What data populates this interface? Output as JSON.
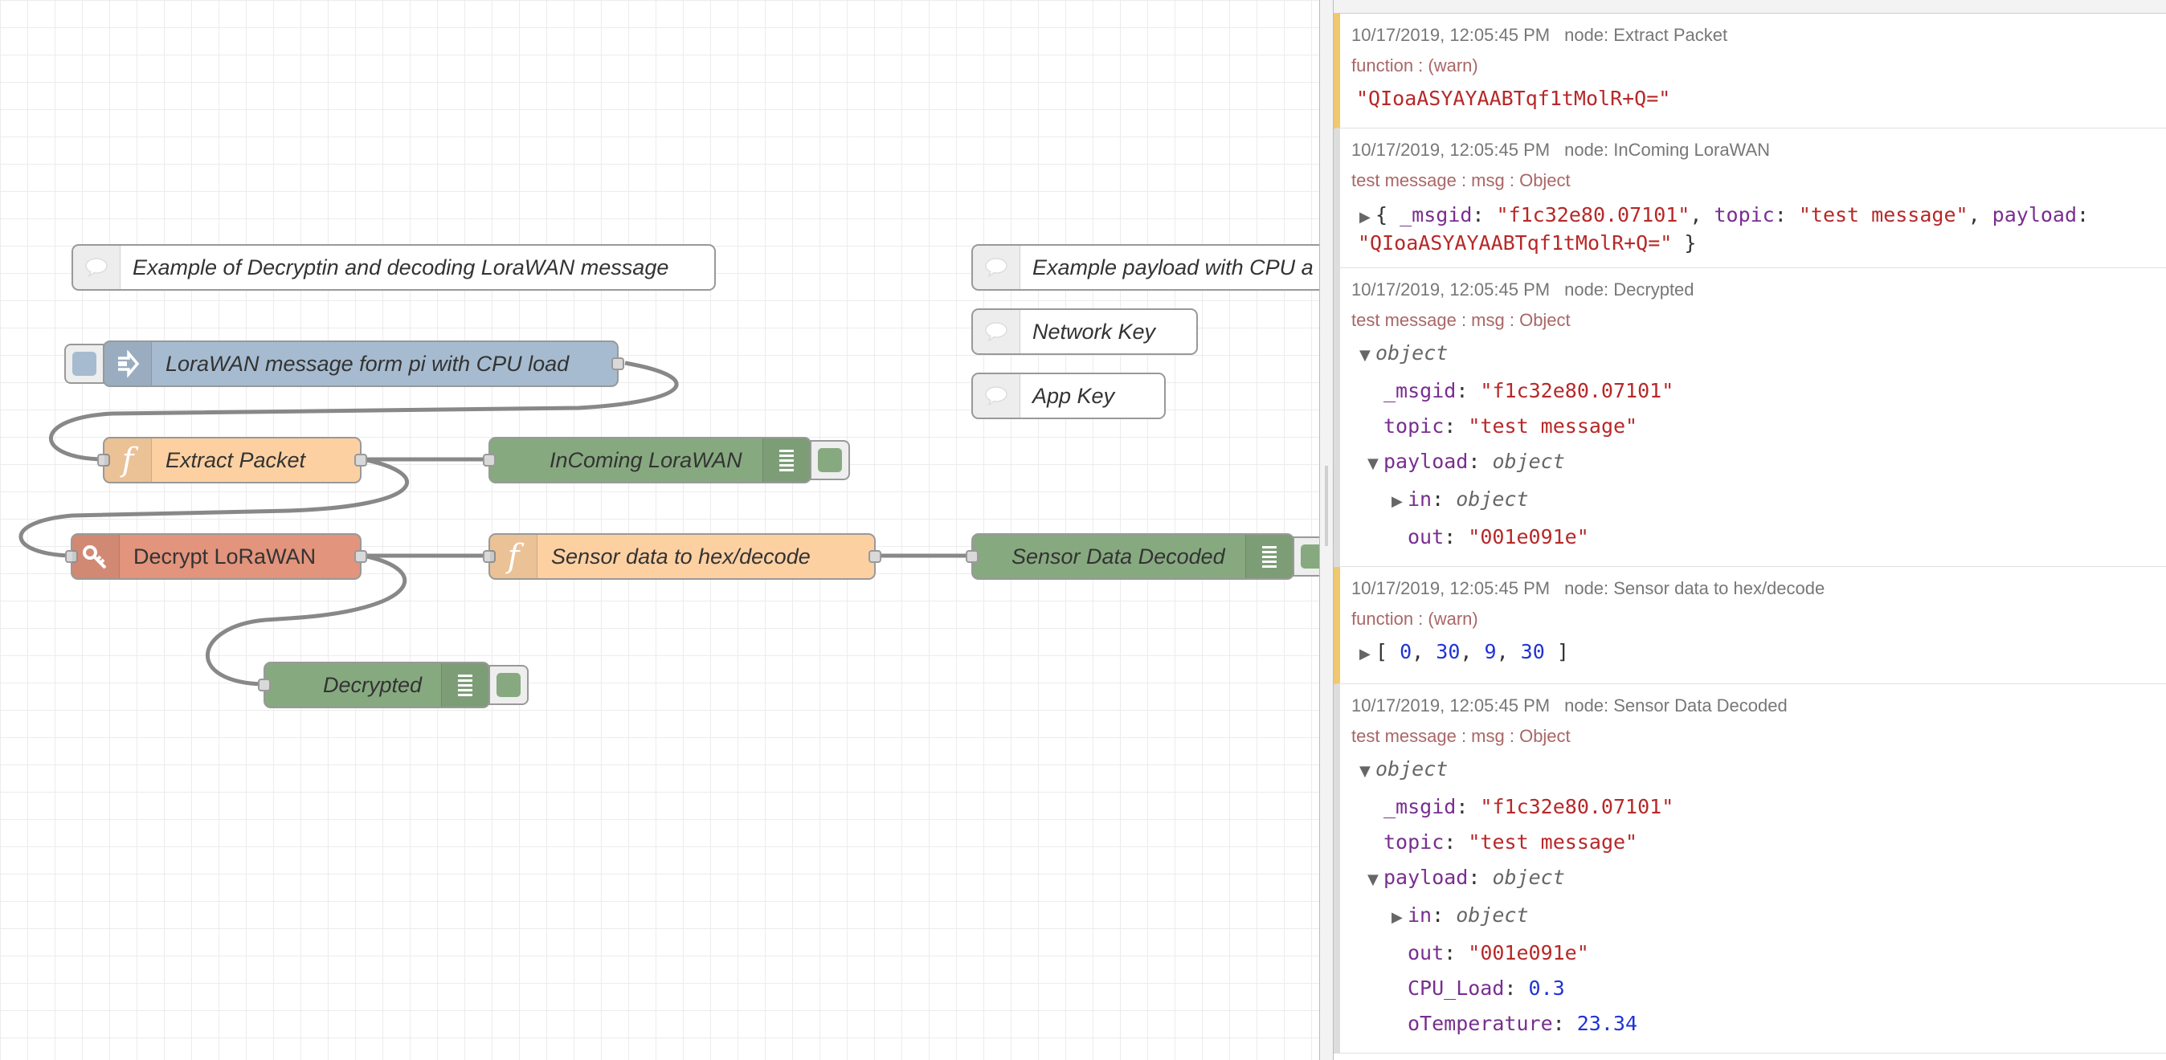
{
  "workspace": {
    "comments": {
      "main": "Example of Decryptin and decoding LoraWAN message",
      "payload_example": "Example payload with CPU a",
      "network_key": "Network Key",
      "app_key": "App Key"
    },
    "nodes": {
      "inject": "LoraWAN message form pi with CPU load",
      "extract": "Extract Packet",
      "incoming": "InComing LoraWAN",
      "decrypt": "Decrypt LoRaWAN",
      "sensor_func": "Sensor data to hex/decode",
      "sensor_debug": "Sensor Data Decoded",
      "decrypted": "Decrypted"
    },
    "colors": {
      "inject": "#a6bbcf",
      "function": "#fdd0a2",
      "debug": "#87a980",
      "crypto": "#e2947c"
    }
  },
  "debug": {
    "messages": [
      {
        "time": "10/17/2019, 12:05:45 PM",
        "node": "node: Extract Packet",
        "topic": "function : (warn)",
        "value": "\"QIoaASYAYAABTqf1tMolR+Q=\""
      },
      {
        "time": "10/17/2019, 12:05:45 PM",
        "node": "node: InComing LoraWAN",
        "topic": "test message : msg : Object",
        "line1_open": "{ ",
        "k_msgid": "_msgid",
        "v_msgid": "\"f1c32e80.07101\"",
        "k_topic": "topic",
        "v_topic": "\"test message\"",
        "k_payload": "payload",
        "v_payload": "\"QIoaASYAYAABTqf1tMolR+Q=\"",
        "close": " }"
      },
      {
        "time": "10/17/2019, 12:05:45 PM",
        "node": "node: Decrypted",
        "topic": "test message : msg : Object",
        "root": "object",
        "k_msgid": "_msgid",
        "v_msgid": "\"f1c32e80.07101\"",
        "k_topic": "topic",
        "v_topic": "\"test message\"",
        "k_payload": "payload",
        "t_payload": "object",
        "k_in": "in",
        "t_in": "object",
        "k_out": "out",
        "v_out": "\"001e091e\""
      },
      {
        "time": "10/17/2019, 12:05:45 PM",
        "node": "node: Sensor data to hex/decode",
        "topic": "function : (warn)",
        "arr_open": "[ ",
        "values": [
          "0",
          "30",
          "9",
          "30"
        ],
        "arr_close": " ]"
      },
      {
        "time": "10/17/2019, 12:05:45 PM",
        "node": "node: Sensor Data Decoded",
        "topic": "test message : msg : Object",
        "root": "object",
        "k_msgid": "_msgid",
        "v_msgid": "\"f1c32e80.07101\"",
        "k_topic": "topic",
        "v_topic": "\"test message\"",
        "k_payload": "payload",
        "t_payload": "object",
        "k_in": "in",
        "t_in": "object",
        "k_out": "out",
        "v_out": "\"001e091e\"",
        "k_cpu": "CPU_Load",
        "v_cpu": "0.3",
        "k_temp": "oTemperature",
        "v_temp": "23.34"
      }
    ]
  }
}
